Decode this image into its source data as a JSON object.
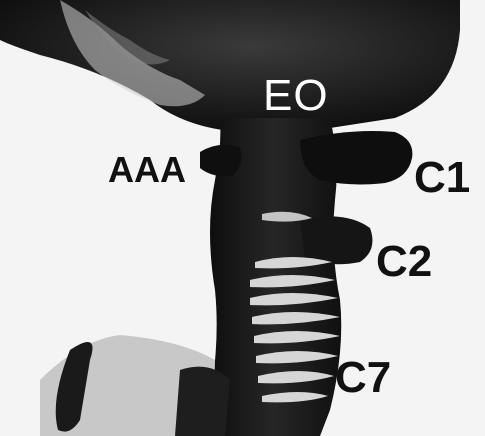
{
  "labels": {
    "eo": "EO",
    "aaa": "AAA",
    "c1": "C1",
    "c2": "C2",
    "c7": "C7"
  },
  "colors": {
    "background": "#f4f4f4",
    "tissue_dark": "#2a2a2a",
    "tissue_black": "#0d0d0d",
    "bone_light": "#d9d9d9",
    "label_dark": "#111111",
    "label_light": "#ffffff"
  }
}
